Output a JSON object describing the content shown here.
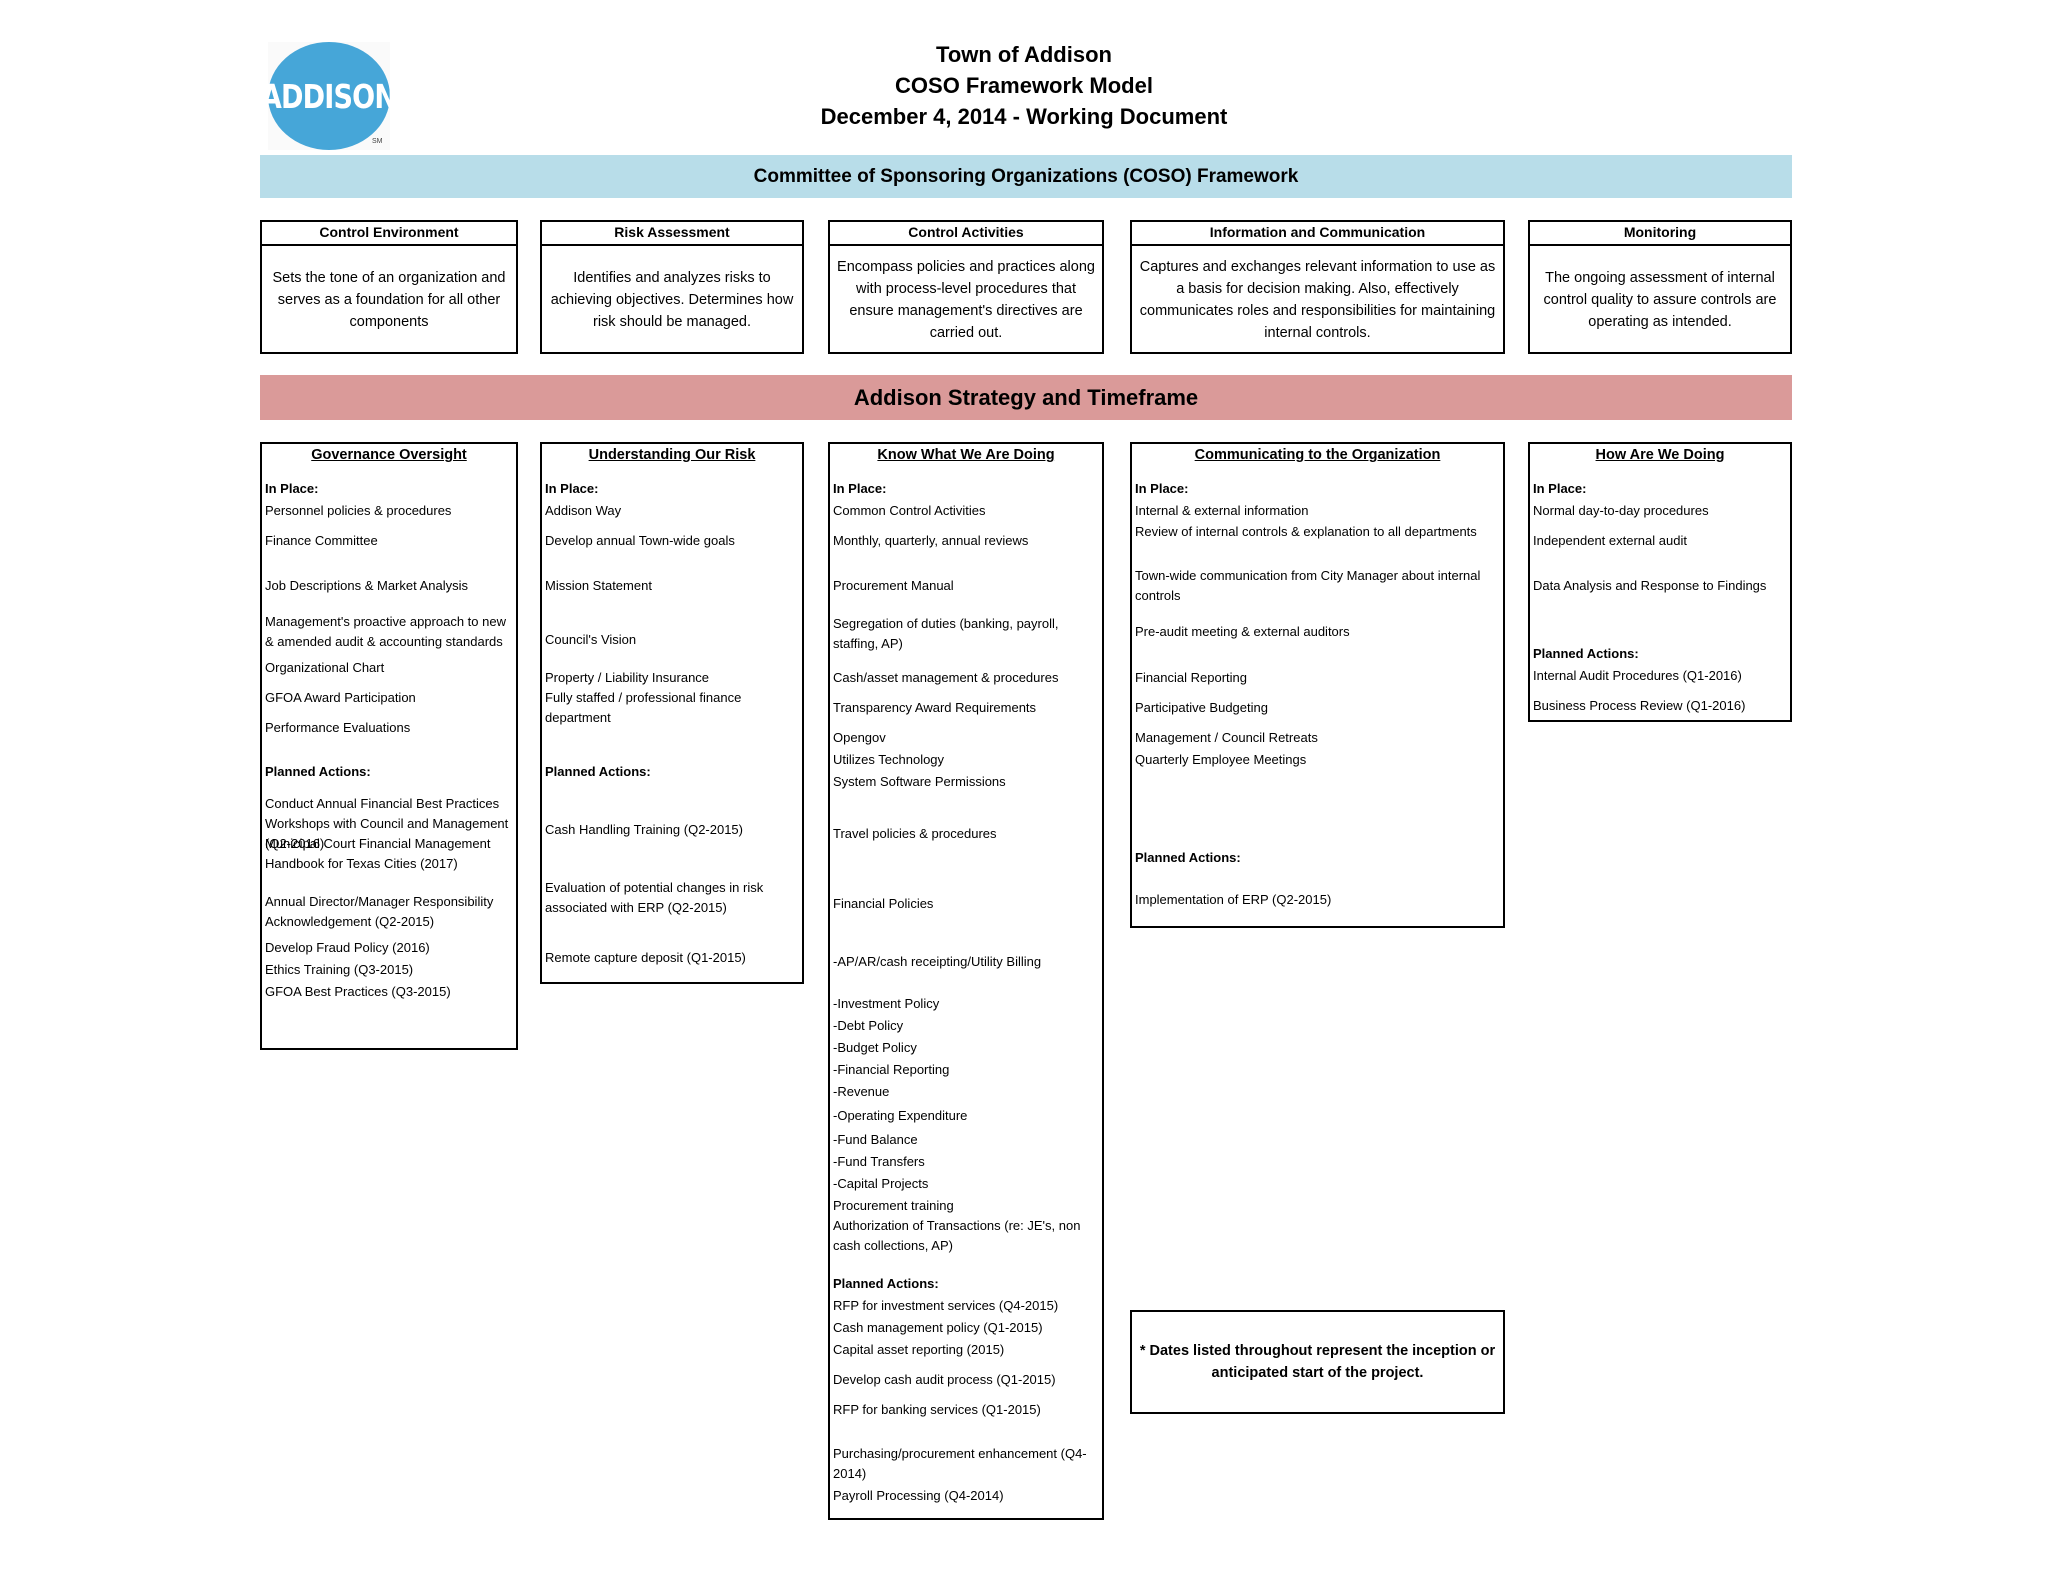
{
  "logo": {
    "text": "ADDISON",
    "mark": "SM"
  },
  "header": {
    "line1": "Town of Addison",
    "line2": "COSO Framework Model",
    "line3": "December 4, 2014 - Working Document"
  },
  "coso_band": "Committee of Sponsoring Organizations (COSO) Framework",
  "components": [
    {
      "title": "Control Environment",
      "desc": "Sets the tone of an organization and serves as a foundation for all other components"
    },
    {
      "title": "Risk Assessment",
      "desc": "Identifies and analyzes risks to achieving objectives. Determines how risk should be managed."
    },
    {
      "title": "Control Activities",
      "desc": "Encompass policies and practices along with process-level procedures that ensure management's directives are carried out."
    },
    {
      "title": "Information and Communication",
      "desc": "Captures and exchanges relevant information to use as a basis for decision making. Also, effectively communicates roles and responsibilities for maintaining internal controls."
    },
    {
      "title": "Monitoring",
      "desc": "The ongoing assessment of internal control quality to assure controls are operating as intended."
    }
  ],
  "strategy_band": "Addison Strategy and Timeframe",
  "strategy": [
    {
      "title": "Governance Oversight",
      "items": [
        {
          "text": "In Place:",
          "bold": true
        },
        {
          "text": "Personnel policies & procedures"
        },
        {
          "text": "Finance Committee"
        },
        {
          "text": "Job Descriptions & Market Analysis"
        },
        {
          "text": "Management's proactive approach to new & amended audit & accounting standards"
        },
        {
          "text": "Organizational Chart"
        },
        {
          "text": "GFOA Award Participation"
        },
        {
          "text": "Performance Evaluations"
        },
        {
          "text": "Planned Actions:",
          "bold": true
        },
        {
          "text": "Conduct Annual Financial Best Practices Workshops with Council and Management (Q2-2016)"
        },
        {
          "text": "Municipal Court Financial Management Handbook for Texas Cities (2017)"
        },
        {
          "text": "Annual Director/Manager Responsibility Acknowledgement (Q2-2015)"
        },
        {
          "text": "Develop Fraud Policy (2016)"
        },
        {
          "text": "Ethics Training (Q3-2015)"
        },
        {
          "text": "GFOA Best Practices (Q3-2015)"
        }
      ]
    },
    {
      "title": "Understanding Our Risk",
      "items": [
        {
          "text": "In Place:",
          "bold": true
        },
        {
          "text": "Addison Way"
        },
        {
          "text": "Develop annual Town-wide goals"
        },
        {
          "text": "Mission Statement"
        },
        {
          "text": "Council's Vision"
        },
        {
          "text": "Property / Liability Insurance"
        },
        {
          "text": "Fully staffed / professional finance department"
        },
        {
          "text": "Planned Actions:",
          "bold": true
        },
        {
          "text": "Cash Handling Training (Q2-2015)"
        },
        {
          "text": "Evaluation of potential changes in risk associated with ERP (Q2-2015)"
        },
        {
          "text": "Remote capture deposit (Q1-2015)"
        }
      ]
    },
    {
      "title": "Know What We Are Doing",
      "items": [
        {
          "text": "In Place:",
          "bold": true
        },
        {
          "text": "Common Control Activities"
        },
        {
          "text": "Monthly, quarterly, annual reviews"
        },
        {
          "text": "Procurement Manual"
        },
        {
          "text": "Segregation of duties   (banking, payroll, staffing, AP)"
        },
        {
          "text": "Cash/asset management & procedures"
        },
        {
          "text": "Transparency Award Requirements"
        },
        {
          "text": "Opengov"
        },
        {
          "text": "Utilizes Technology"
        },
        {
          "text": "System Software Permissions"
        },
        {
          "text": "Travel policies & procedures"
        },
        {
          "text": "Financial Policies"
        },
        {
          "text": "-AP/AR/cash receipting/Utility Billing"
        },
        {
          "text": "-Investment Policy"
        },
        {
          "text": "-Debt Policy"
        },
        {
          "text": "-Budget Policy"
        },
        {
          "text": "-Financial Reporting"
        },
        {
          "text": "-Revenue"
        },
        {
          "text": "-Operating Expenditure"
        },
        {
          "text": "-Fund Balance"
        },
        {
          "text": "-Fund Transfers"
        },
        {
          "text": "-Capital Projects"
        },
        {
          "text": "Procurement training"
        },
        {
          "text": "Authorization of Transactions (re: JE's, non cash collections, AP)"
        },
        {
          "text": "Planned Actions:",
          "bold": true
        },
        {
          "text": "RFP for investment services (Q4-2015)"
        },
        {
          "text": "Cash management policy (Q1-2015)"
        },
        {
          "text": "Capital asset reporting (2015)"
        },
        {
          "text": "Develop cash audit process (Q1-2015)"
        },
        {
          "text": "RFP for banking services (Q1-2015)"
        },
        {
          "text": "Purchasing/procurement enhancement (Q4- 2014)"
        },
        {
          "text": "Payroll Processing (Q4-2014)"
        }
      ]
    },
    {
      "title": "Communicating to the Organization",
      "items": [
        {
          "text": "In Place:",
          "bold": true
        },
        {
          "text": "Internal & external information"
        },
        {
          "text": "Review of internal controls & explanation to all departments"
        },
        {
          "text": "Town-wide communication from City Manager about internal controls"
        },
        {
          "text": "Pre-audit meeting  & external auditors"
        },
        {
          "text": "Financial Reporting"
        },
        {
          "text": "Participative Budgeting"
        },
        {
          "text": "Management / Council Retreats"
        },
        {
          "text": "Quarterly Employee Meetings"
        },
        {
          "text": "Planned Actions:",
          "bold": true
        },
        {
          "text": "Implementation of ERP (Q2-2015)"
        }
      ]
    },
    {
      "title": "How Are We Doing",
      "items": [
        {
          "text": "In Place:",
          "bold": true
        },
        {
          "text": "Normal day-to-day procedures"
        },
        {
          "text": "Independent external audit"
        },
        {
          "text": "Data Analysis and Response to Findings"
        },
        {
          "text": "Planned Actions:",
          "bold": true
        },
        {
          "text": "Internal Audit Procedures (Q1-2016)"
        },
        {
          "text": "Business Process Review (Q1-2016)"
        }
      ]
    }
  ],
  "footnote": "* Dates listed  throughout represent the inception or anticipated start of the project."
}
